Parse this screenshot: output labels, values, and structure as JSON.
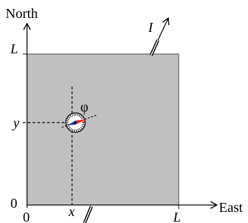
{
  "labels": {
    "north": "North",
    "east": "East",
    "L_vertical": "L",
    "L_horizontal": "L",
    "y": "y",
    "x": "x",
    "origin_y": "0",
    "origin_x": "0",
    "current": "I",
    "phi": "φ"
  },
  "colors": {
    "plate_fill": "#c0c0c0",
    "plate_border": "#444444",
    "needle_north": "#e23030",
    "needle_south": "#1c3aa8",
    "axis": "#000000",
    "dashed": "#000000"
  },
  "icons": {
    "compass": "compass-icon",
    "arrowhead": "arrowhead"
  }
}
